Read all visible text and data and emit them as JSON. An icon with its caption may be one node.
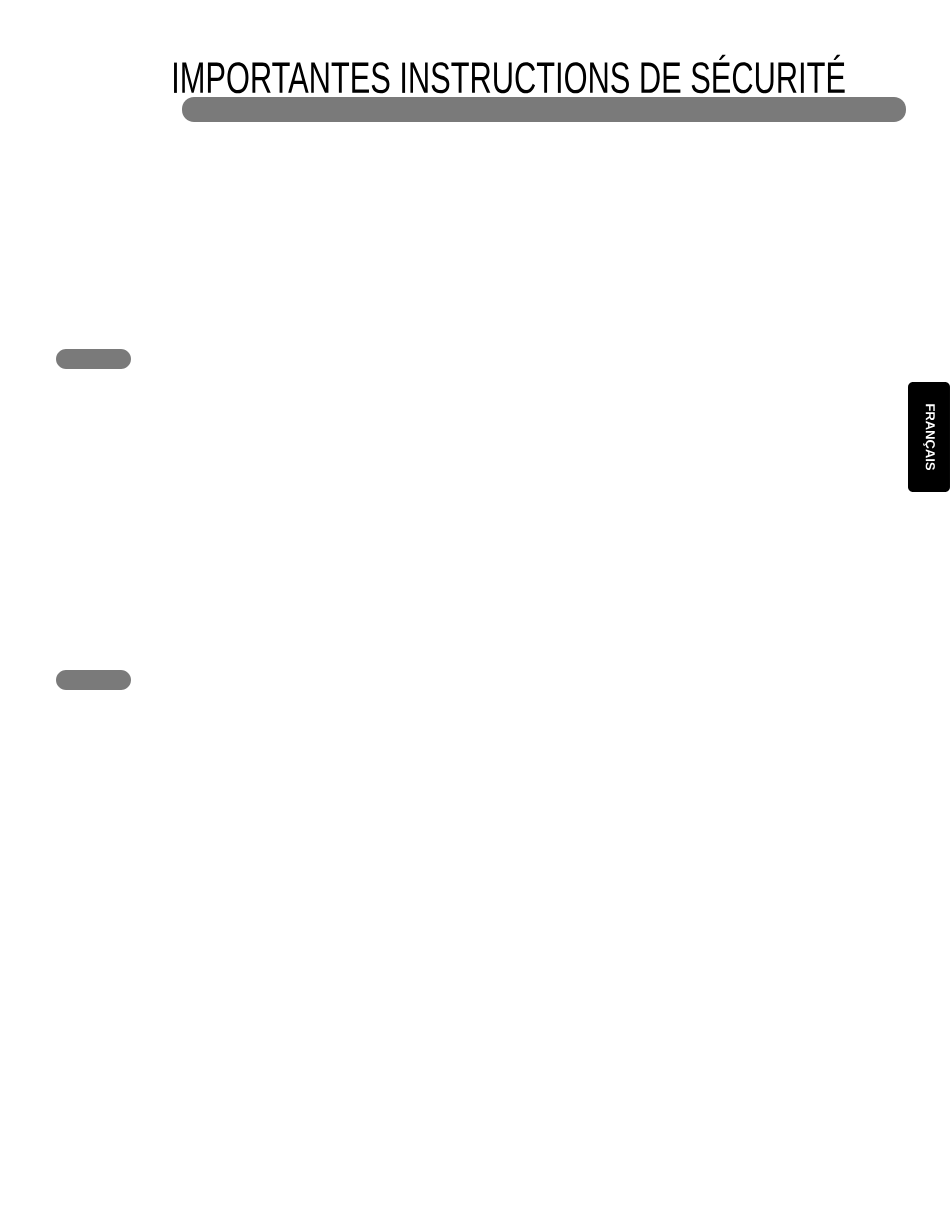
{
  "diagram": {
    "title": "IMPORTANTES INSTRUCTIONS DE SÉCURITÉ",
    "nodes": [
      {
        "text": [],
        "shape": "bar"
      },
      {
        "text": [
          "FRANÇAIS"
        ]
      },
      {
        "text": [],
        "shape": "bar"
      }
    ]
  }
}
